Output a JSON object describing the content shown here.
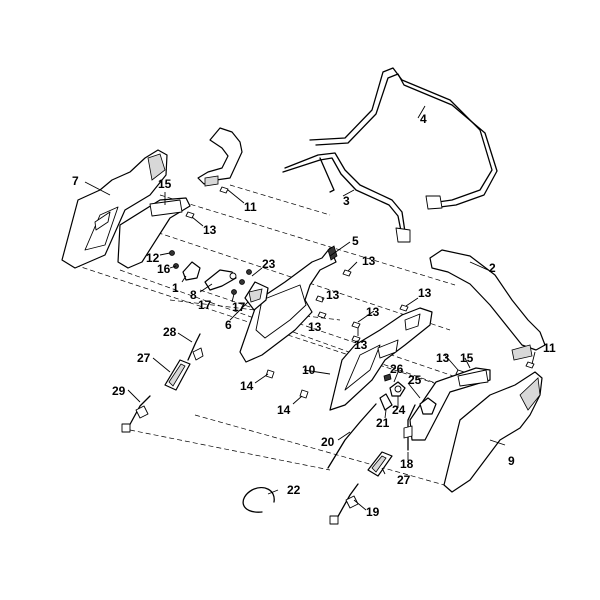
{
  "callouts": {
    "c2": "2",
    "c3": "3",
    "c4": "4",
    "c5": "5",
    "c7": "7",
    "c9": "9",
    "c10": "10",
    "c11a": "11",
    "c11b": "11",
    "c12": "12",
    "c13a": "13",
    "c13b": "13",
    "c13c": "13",
    "c13d": "13",
    "c13e": "13",
    "c13f": "13",
    "c13g": "13",
    "c13h": "13",
    "c14a": "14",
    "c14b": "14",
    "c15a": "15",
    "c15b": "15",
    "c16": "16",
    "c1": "1",
    "c8": "8",
    "c17a": "17",
    "c17b": "17",
    "c23": "23",
    "c6": "6",
    "c28": "28",
    "c27a": "27",
    "c27b": "27",
    "c29": "29",
    "c26": "26",
    "c25": "25",
    "c24": "24",
    "c21": "21",
    "c20": "20",
    "c18": "18",
    "c22": "22",
    "c19": "19"
  }
}
